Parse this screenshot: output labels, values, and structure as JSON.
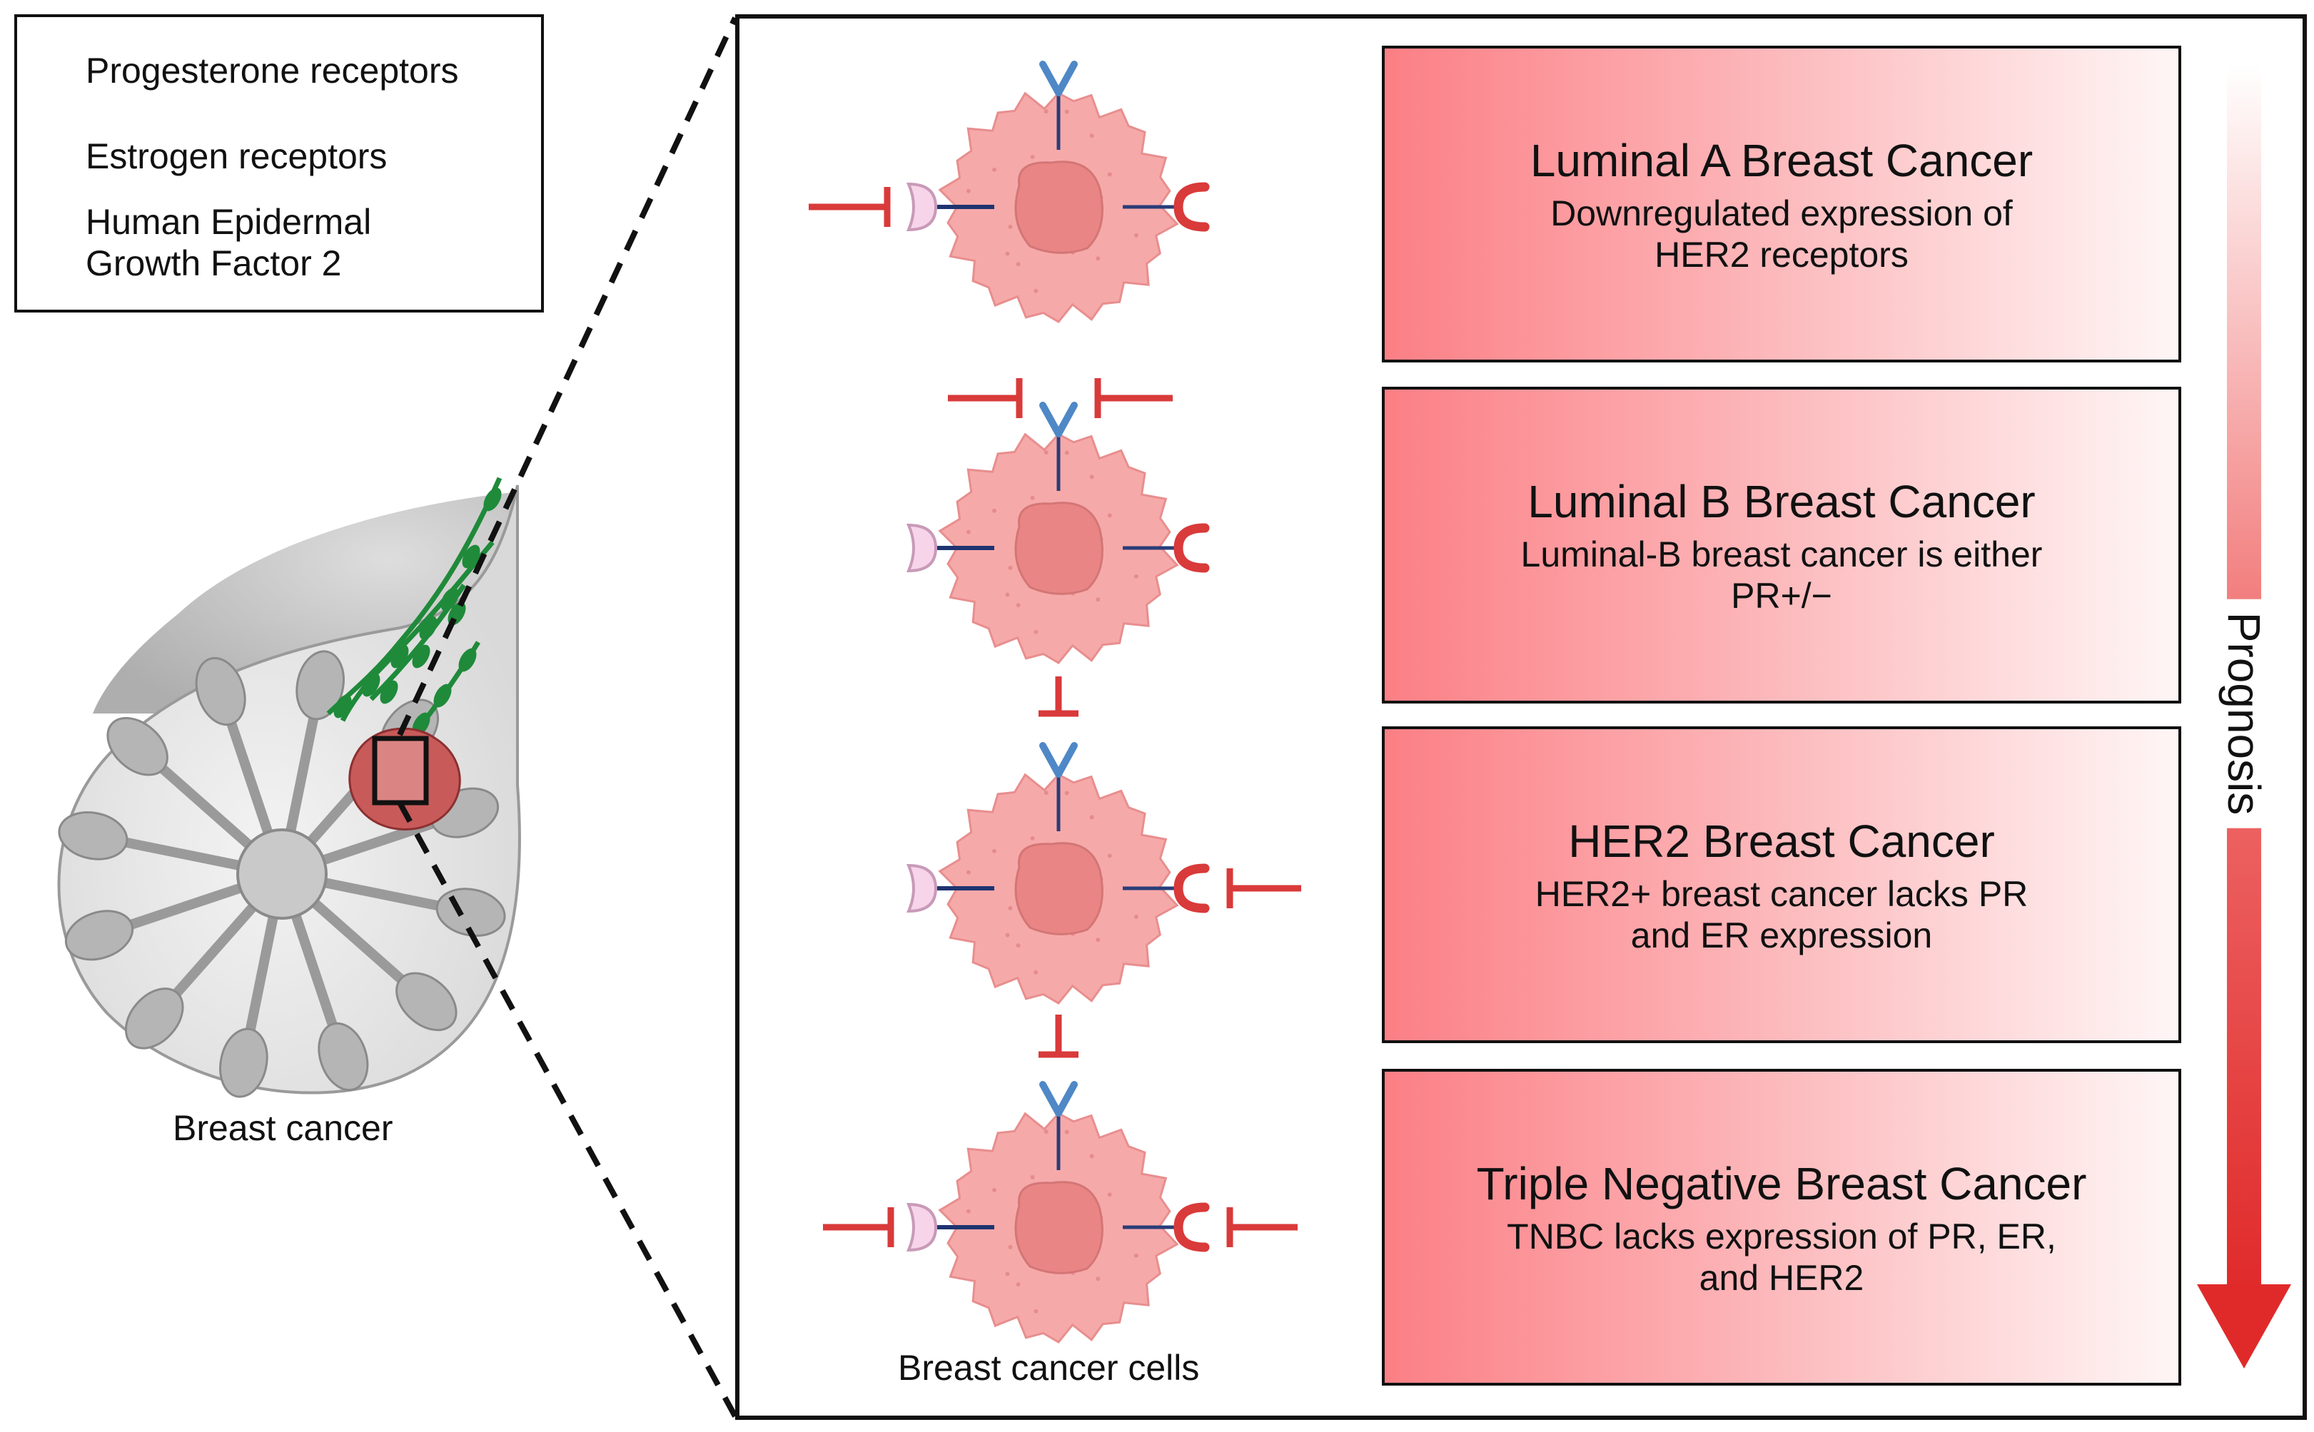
{
  "legend": {
    "items": [
      {
        "label": "Progesterone receptors",
        "icon": "progesterone-receptor-icon"
      },
      {
        "label": "Estrogen receptors",
        "icon": "estrogen-receptor-icon"
      },
      {
        "label": "Human Epidermal\nGrowth Factor 2",
        "icon": "her2-receptor-icon"
      }
    ]
  },
  "breast": {
    "caption": "Breast cancer"
  },
  "cells": {
    "caption": "Breast cancer cells"
  },
  "cancer_types": [
    {
      "title": "Luminal A Breast Cancer",
      "description": "Downregulated expression of\nHER2 receptors"
    },
    {
      "title": "Luminal B Breast Cancer",
      "description": "Luminal-B breast cancer is either\nPR+/−"
    },
    {
      "title": "HER2 Breast Cancer",
      "description": "HER2+ breast cancer lacks PR\nand ER expression"
    },
    {
      "title": "Triple Negative Breast Cancer",
      "description": "TNBC lacks expression of PR, ER,\nand HER2"
    }
  ],
  "prognosis": {
    "label": "Prognosis"
  },
  "colors": {
    "progesterone_receptor": "#4f88c6",
    "estrogen_receptor": "#d93a3a",
    "her2_receptor": "#f7d4ea",
    "inhibitor": "#d93a3a",
    "cell_body": "#f6a9a9",
    "cell_nucleus": "#e98585",
    "prognosis_arrow": "#e02a2a",
    "box_gradient_start": "#fb7f85",
    "vessel": "#1f8a3a"
  }
}
